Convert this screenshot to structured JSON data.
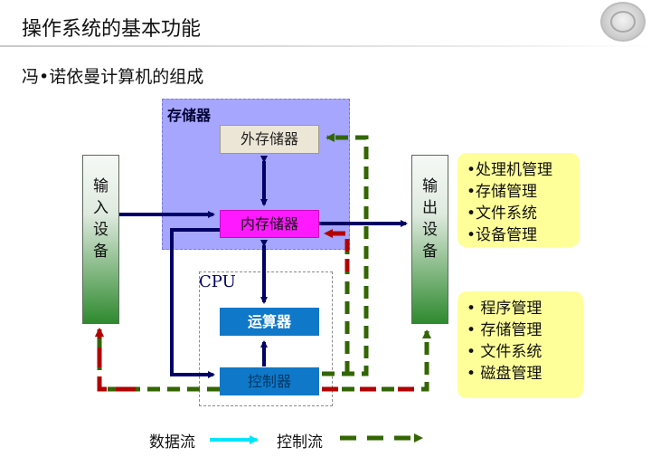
{
  "slide": {
    "title": "操作系统的基本功能",
    "subtitle": "冯•诺依曼计算机的组成"
  },
  "regions": {
    "memory_label": "存储器",
    "cpu_label": "CPU"
  },
  "components": {
    "external_storage": "外存储器",
    "internal_storage": "内存储器",
    "alu": "运算器",
    "controller": "控制器",
    "input_device": [
      "输",
      "入",
      "设",
      "备"
    ],
    "output_device": [
      "输",
      "出",
      "设",
      "备"
    ]
  },
  "notes": {
    "top": [
      "•处理机管理",
      "•存储管理",
      "•文件系统",
      "•设备管理"
    ],
    "bottom": [
      "•  程序管理",
      "•  存储管理",
      "•  文件系统",
      "•  磁盘管理"
    ]
  },
  "legend": {
    "data_flow": "数据流",
    "control_flow": "控制流"
  },
  "colors": {
    "data_arrow": "#000066",
    "control_green": "#336600",
    "control_red": "#b30000",
    "legend_cyan": "#00e5ff"
  }
}
